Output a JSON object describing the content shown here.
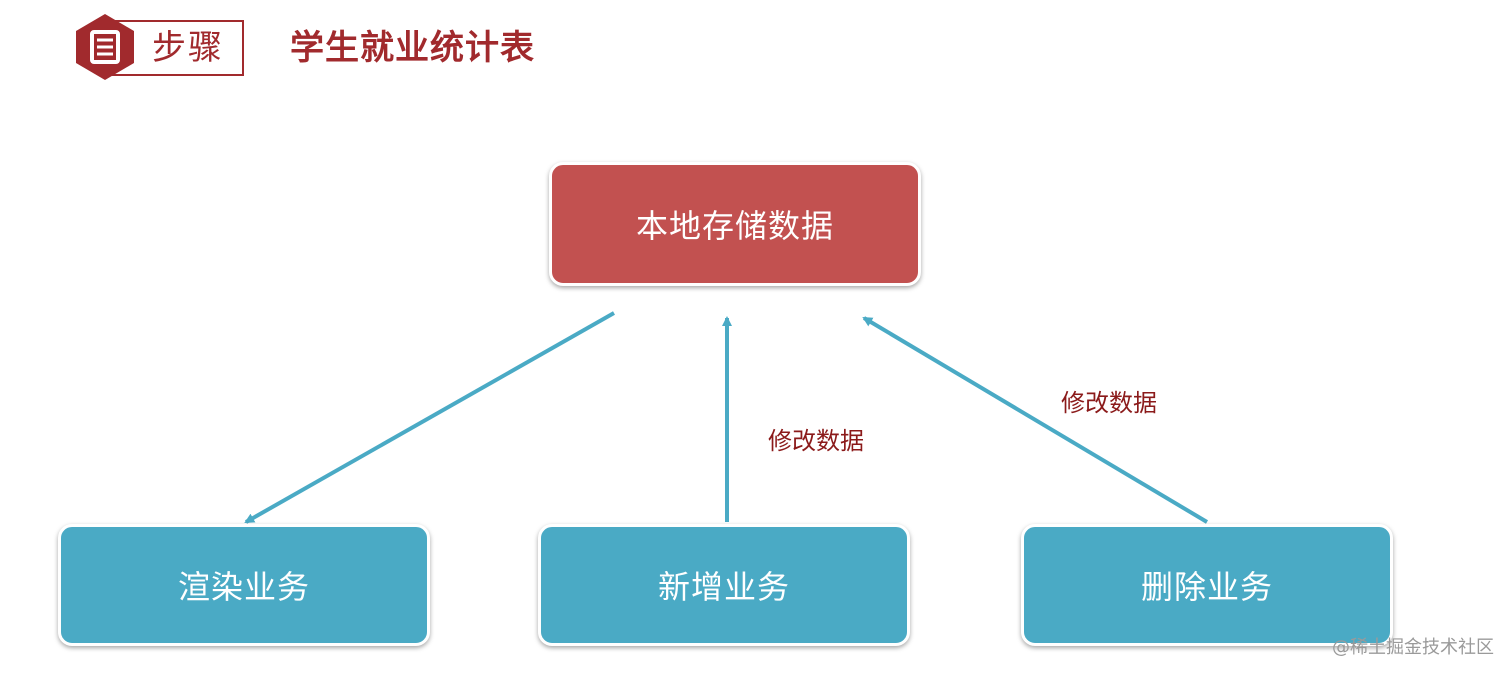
{
  "header": {
    "step_label": "步骤",
    "title": "学生就业统计表",
    "icon": "document-icon",
    "accent_color": "#a12a2d"
  },
  "diagram": {
    "nodes": {
      "storage": {
        "label": "本地存储数据",
        "color": "#c25150"
      },
      "render": {
        "label": "渲染业务",
        "color": "#4aaac5"
      },
      "add": {
        "label": "新增业务",
        "color": "#4aaac5"
      },
      "delete": {
        "label": "删除业务",
        "color": "#4aaac5"
      }
    },
    "edges": {
      "add_label": "修改数据",
      "delete_label": "修改数据",
      "arrow_color": "#4aaac5"
    }
  },
  "watermark": "@稀土掘金技术社区"
}
